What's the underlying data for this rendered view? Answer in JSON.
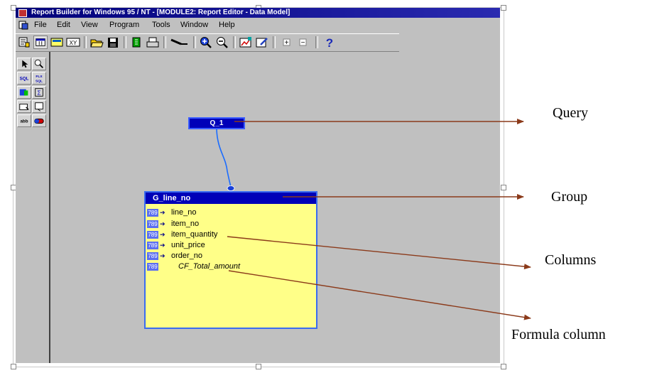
{
  "window": {
    "title": "Report Builder for Windows 95 / NT - [MODULE2: Report Editor - Data Model]"
  },
  "menubar": {
    "items": [
      "File",
      "Edit",
      "View",
      "Program",
      "Tools",
      "Window",
      "Help"
    ]
  },
  "toolbar": {
    "buttons": [
      {
        "icon": "report-wizard-icon"
      },
      {
        "icon": "data-model-icon"
      },
      {
        "icon": "layout-model-icon"
      },
      {
        "icon": "parameter-form-icon",
        "label": "XY"
      },
      {
        "icon": "open-folder-icon"
      },
      {
        "icon": "save-icon"
      },
      {
        "icon": "run-icon"
      },
      {
        "icon": "print-icon"
      },
      {
        "icon": "link-tool-icon"
      },
      {
        "icon": "zoom-in-icon"
      },
      {
        "icon": "zoom-out-icon"
      },
      {
        "icon": "chart-icon"
      },
      {
        "icon": "edit-icon"
      },
      {
        "icon": "expand-icon",
        "label": "+"
      },
      {
        "icon": "collapse-icon",
        "label": "−"
      },
      {
        "icon": "help-icon",
        "label": "?"
      }
    ]
  },
  "palette": {
    "tools": [
      {
        "icon": "select-arrow-icon"
      },
      {
        "icon": "magnify-icon"
      },
      {
        "icon": "sql-query-icon",
        "label": "SQL"
      },
      {
        "icon": "flex-sql-icon",
        "label": "FLX SQL"
      },
      {
        "icon": "summary-column-icon"
      },
      {
        "icon": "formula-column-icon"
      },
      {
        "icon": "placeholder-column-icon"
      },
      {
        "icon": "cross-product-icon"
      },
      {
        "icon": "text-field-icon",
        "label": "abb"
      },
      {
        "icon": "data-link-icon"
      }
    ]
  },
  "query": {
    "name": "Q_1"
  },
  "group": {
    "name": "G_line_no",
    "columns": [
      {
        "badge": "789",
        "name": "line_no",
        "formula": false
      },
      {
        "badge": "789",
        "name": "item_no",
        "formula": false
      },
      {
        "badge": "789",
        "name": "item_quantity",
        "formula": false
      },
      {
        "badge": "789",
        "name": "unit_price",
        "formula": false
      },
      {
        "badge": "789",
        "name": "order_no",
        "formula": false
      },
      {
        "badge": "789",
        "name": "CF_Total_amount",
        "formula": true
      }
    ]
  },
  "callouts": {
    "query": "Query",
    "group": "Group",
    "columns": "Columns",
    "formula": "Formula column"
  },
  "colors": {
    "arrow": "#8b3a1a",
    "window_bg": "#c0c0c0",
    "header_blue": "#0000b8",
    "group_bg": "#ffff88",
    "link_blue": "#1a6cff"
  }
}
